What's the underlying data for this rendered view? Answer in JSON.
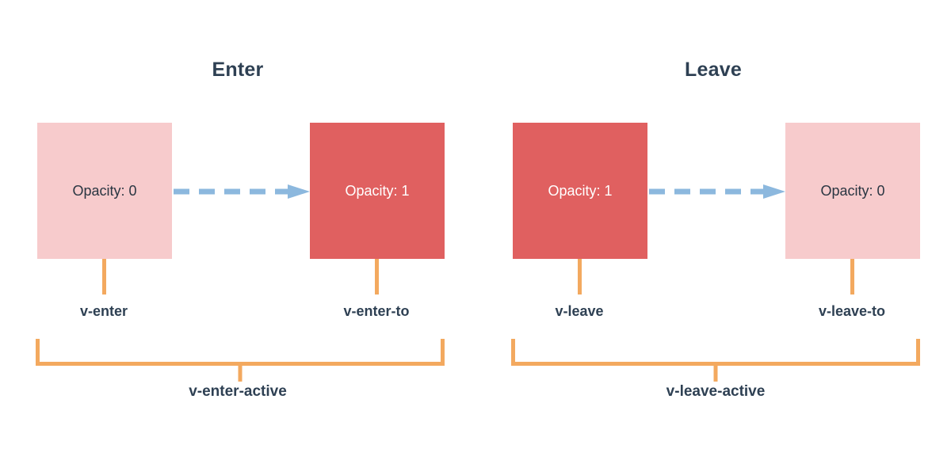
{
  "theme": {
    "background": "#ffffff",
    "box_pink": "#f7cbcc",
    "box_red": "#e06060",
    "arrow_blue": "#8cb8de",
    "bracket_orange": "#f3a95f",
    "text_navy": "#2e4053",
    "text_dark": "#2a3642",
    "text_white": "#ffffff"
  },
  "groups": [
    {
      "title": "Enter",
      "from_box": {
        "label": "Opacity: 0",
        "fill": "pink",
        "class_name": "v-enter"
      },
      "to_box": {
        "label": "Opacity: 1",
        "fill": "red",
        "class_name": "v-enter-to"
      },
      "arrow": {
        "icon": "dashed-arrow-right-icon",
        "direction": "right",
        "style": "dashed",
        "dash_count": 5
      },
      "active_class": "v-enter-active"
    },
    {
      "title": "Leave",
      "from_box": {
        "label": "Opacity: 1",
        "fill": "red",
        "class_name": "v-leave"
      },
      "to_box": {
        "label": "Opacity: 0",
        "fill": "pink",
        "class_name": "v-leave-to"
      },
      "arrow": {
        "icon": "dashed-arrow-right-icon",
        "direction": "right",
        "style": "dashed",
        "dash_count": 5
      },
      "active_class": "v-leave-active"
    }
  ]
}
